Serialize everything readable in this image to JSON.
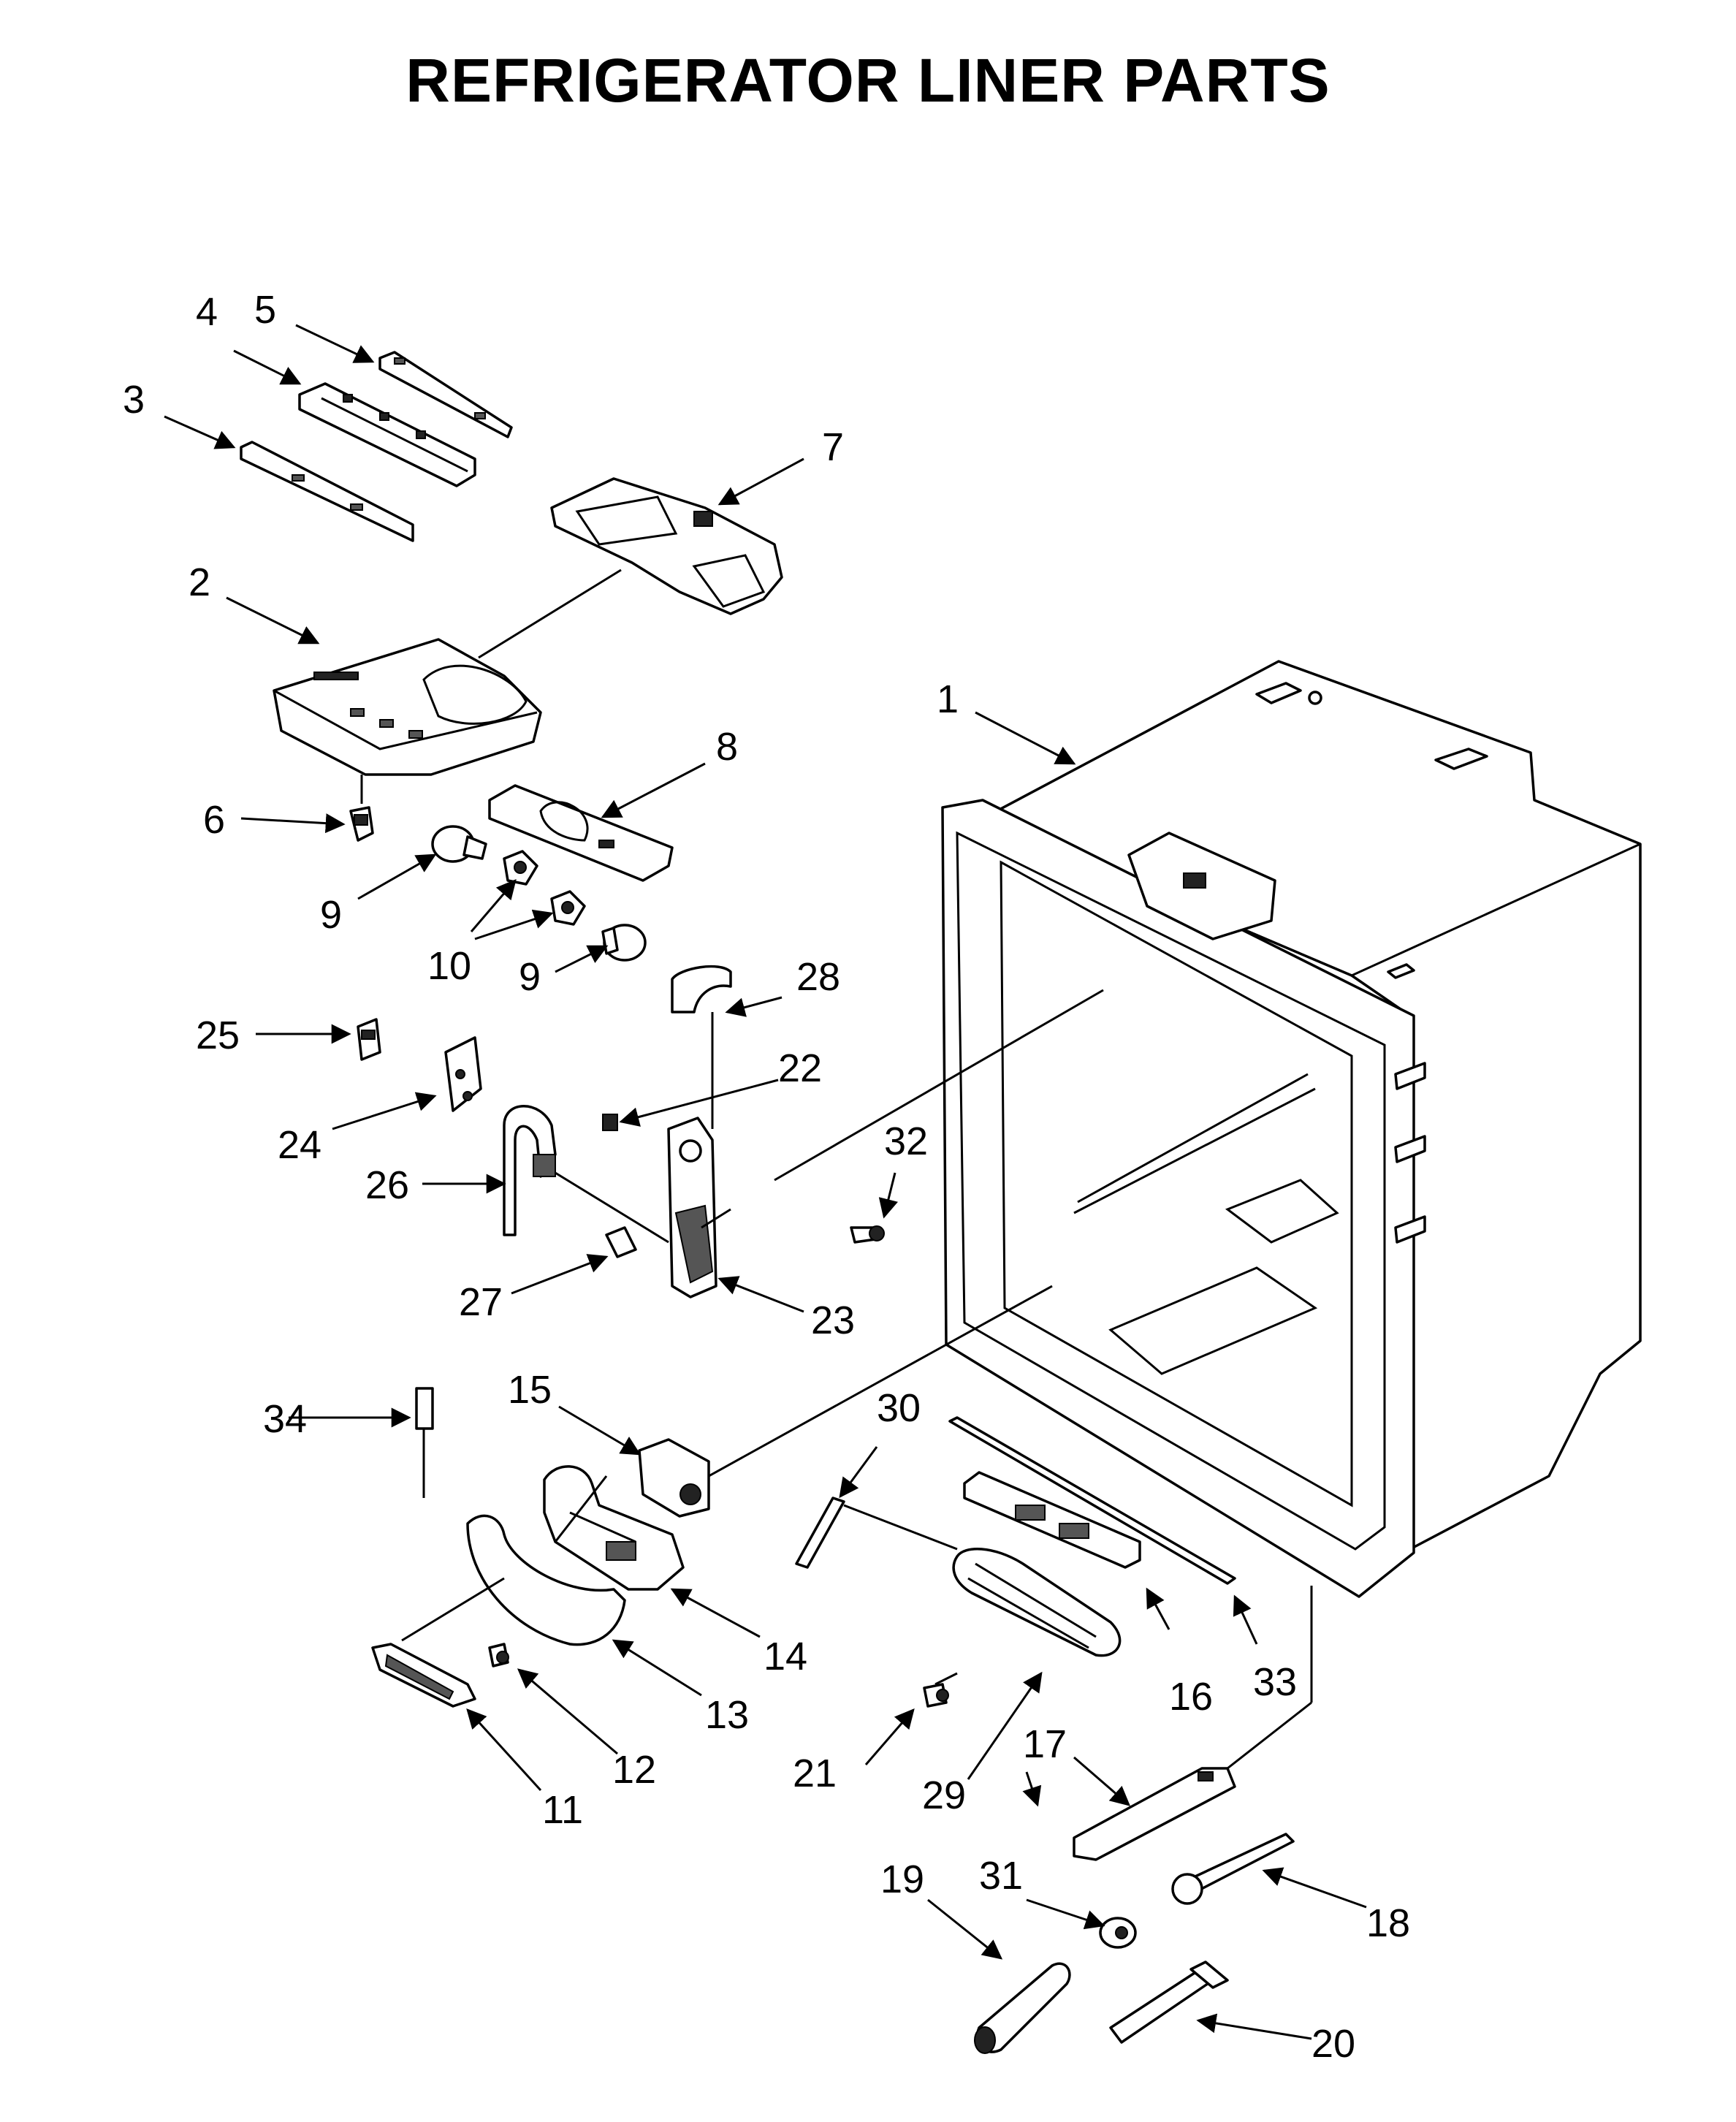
{
  "title": "REFRIGERATOR LINER PARTS",
  "callouts": {
    "c1": "1",
    "c2": "2",
    "c3": "3",
    "c4": "4",
    "c5": "5",
    "c6": "6",
    "c7": "7",
    "c8": "8",
    "c9a": "9",
    "c9b": "9",
    "c10": "10",
    "c11": "11",
    "c12": "12",
    "c13": "13",
    "c14": "14",
    "c15": "15",
    "c16": "16",
    "c17": "17",
    "c18": "18",
    "c19": "19",
    "c20": "20",
    "c21": "21",
    "c22": "22",
    "c23": "23",
    "c24": "24",
    "c25": "25",
    "c26": "26",
    "c27": "27",
    "c28": "28",
    "c29": "29",
    "c30": "30",
    "c31": "31",
    "c32": "32",
    "c33": "33",
    "c34": "34"
  }
}
